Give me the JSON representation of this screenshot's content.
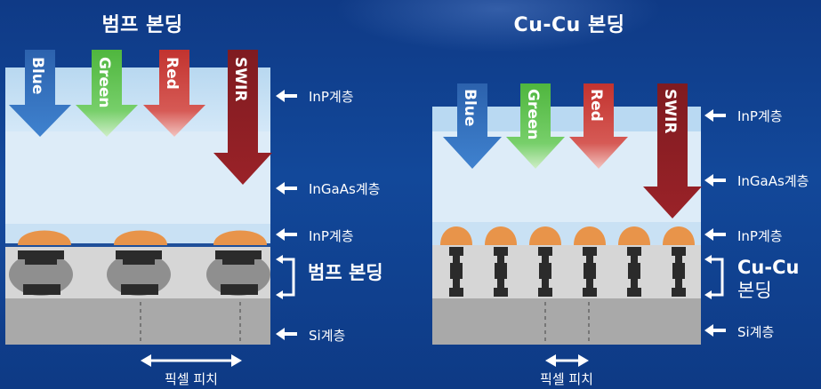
{
  "left_panel": {
    "title": "범프 본딩",
    "arrows": [
      "Blue",
      "Green",
      "Red",
      "SWIR"
    ],
    "layers": [
      "InP계층",
      "InGaAs계층",
      "InP계층",
      "Si계층"
    ],
    "bonding_label": "범프 본딩",
    "pitch_label": "픽셀 피치"
  },
  "right_panel": {
    "title": "Cu-Cu 본딩",
    "arrows": [
      "Blue",
      "Green",
      "Red",
      "SWIR"
    ],
    "layers": [
      "InP계층",
      "InGaAs계층",
      "InP계층",
      "Si계층"
    ],
    "bonding_label_line1": "Cu-Cu",
    "bonding_label_line2": "본딩",
    "pitch_label": "픽셀 피치"
  },
  "colors": {
    "blue_arrow": "#2f6fb8",
    "green_arrow": "#5cc04a",
    "red_arrow": "#c83a34",
    "swir_arrow": "#8a1f24",
    "bump": "#e8944a",
    "background": "#12489a"
  }
}
